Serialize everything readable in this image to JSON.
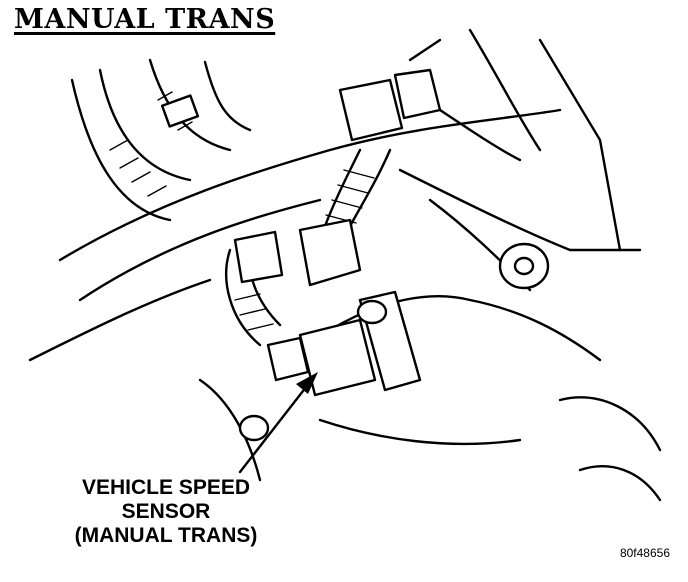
{
  "diagram": {
    "title": "MANUAL TRANS",
    "callout": {
      "line1": "VEHICLE SPEED",
      "line2": "SENSOR",
      "line3": "(MANUAL TRANS)"
    },
    "figure_ref": "80f48656",
    "colors": {
      "ink": "#000000",
      "paper": "#ffffff"
    }
  }
}
